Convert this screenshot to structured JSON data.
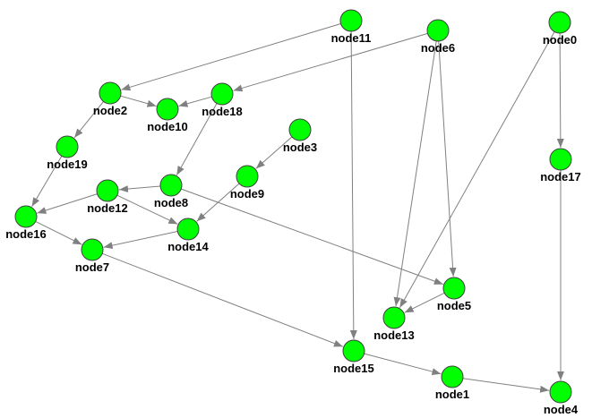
{
  "graph": {
    "colors": {
      "node_fill": "#00ff00",
      "node_stroke": "#404040",
      "edge": "#808080",
      "label": "#000000",
      "background": "#ffffff"
    },
    "nodes": [
      {
        "id": "node0",
        "label": "node0"
      },
      {
        "id": "node1",
        "label": "node1"
      },
      {
        "id": "node2",
        "label": "node2"
      },
      {
        "id": "node3",
        "label": "node3"
      },
      {
        "id": "node4",
        "label": "node4"
      },
      {
        "id": "node5",
        "label": "node5"
      },
      {
        "id": "node6",
        "label": "node6"
      },
      {
        "id": "node7",
        "label": "node7"
      },
      {
        "id": "node8",
        "label": "node8"
      },
      {
        "id": "node9",
        "label": "node9"
      },
      {
        "id": "node10",
        "label": "node10"
      },
      {
        "id": "node11",
        "label": "node11"
      },
      {
        "id": "node12",
        "label": "node12"
      },
      {
        "id": "node13",
        "label": "node13"
      },
      {
        "id": "node14",
        "label": "node14"
      },
      {
        "id": "node15",
        "label": "node15"
      },
      {
        "id": "node16",
        "label": "node16"
      },
      {
        "id": "node17",
        "label": "node17"
      },
      {
        "id": "node18",
        "label": "node18"
      },
      {
        "id": "node19",
        "label": "node19"
      }
    ],
    "edges": [
      {
        "from": "node11",
        "to": "node2"
      },
      {
        "from": "node11",
        "to": "node15"
      },
      {
        "from": "node6",
        "to": "node18"
      },
      {
        "from": "node6",
        "to": "node13"
      },
      {
        "from": "node6",
        "to": "node5"
      },
      {
        "from": "node0",
        "to": "node17"
      },
      {
        "from": "node0",
        "to": "node13"
      },
      {
        "from": "node2",
        "to": "node10"
      },
      {
        "from": "node2",
        "to": "node19"
      },
      {
        "from": "node18",
        "to": "node10"
      },
      {
        "from": "node18",
        "to": "node8"
      },
      {
        "from": "node3",
        "to": "node9"
      },
      {
        "from": "node19",
        "to": "node16"
      },
      {
        "from": "node8",
        "to": "node12"
      },
      {
        "from": "node8",
        "to": "node5"
      },
      {
        "from": "node9",
        "to": "node14"
      },
      {
        "from": "node12",
        "to": "node16"
      },
      {
        "from": "node12",
        "to": "node14"
      },
      {
        "from": "node16",
        "to": "node7"
      },
      {
        "from": "node14",
        "to": "node7"
      },
      {
        "from": "node7",
        "to": "node15"
      },
      {
        "from": "node5",
        "to": "node13"
      },
      {
        "from": "node17",
        "to": "node4"
      },
      {
        "from": "node15",
        "to": "node1"
      },
      {
        "from": "node1",
        "to": "node4"
      }
    ]
  }
}
